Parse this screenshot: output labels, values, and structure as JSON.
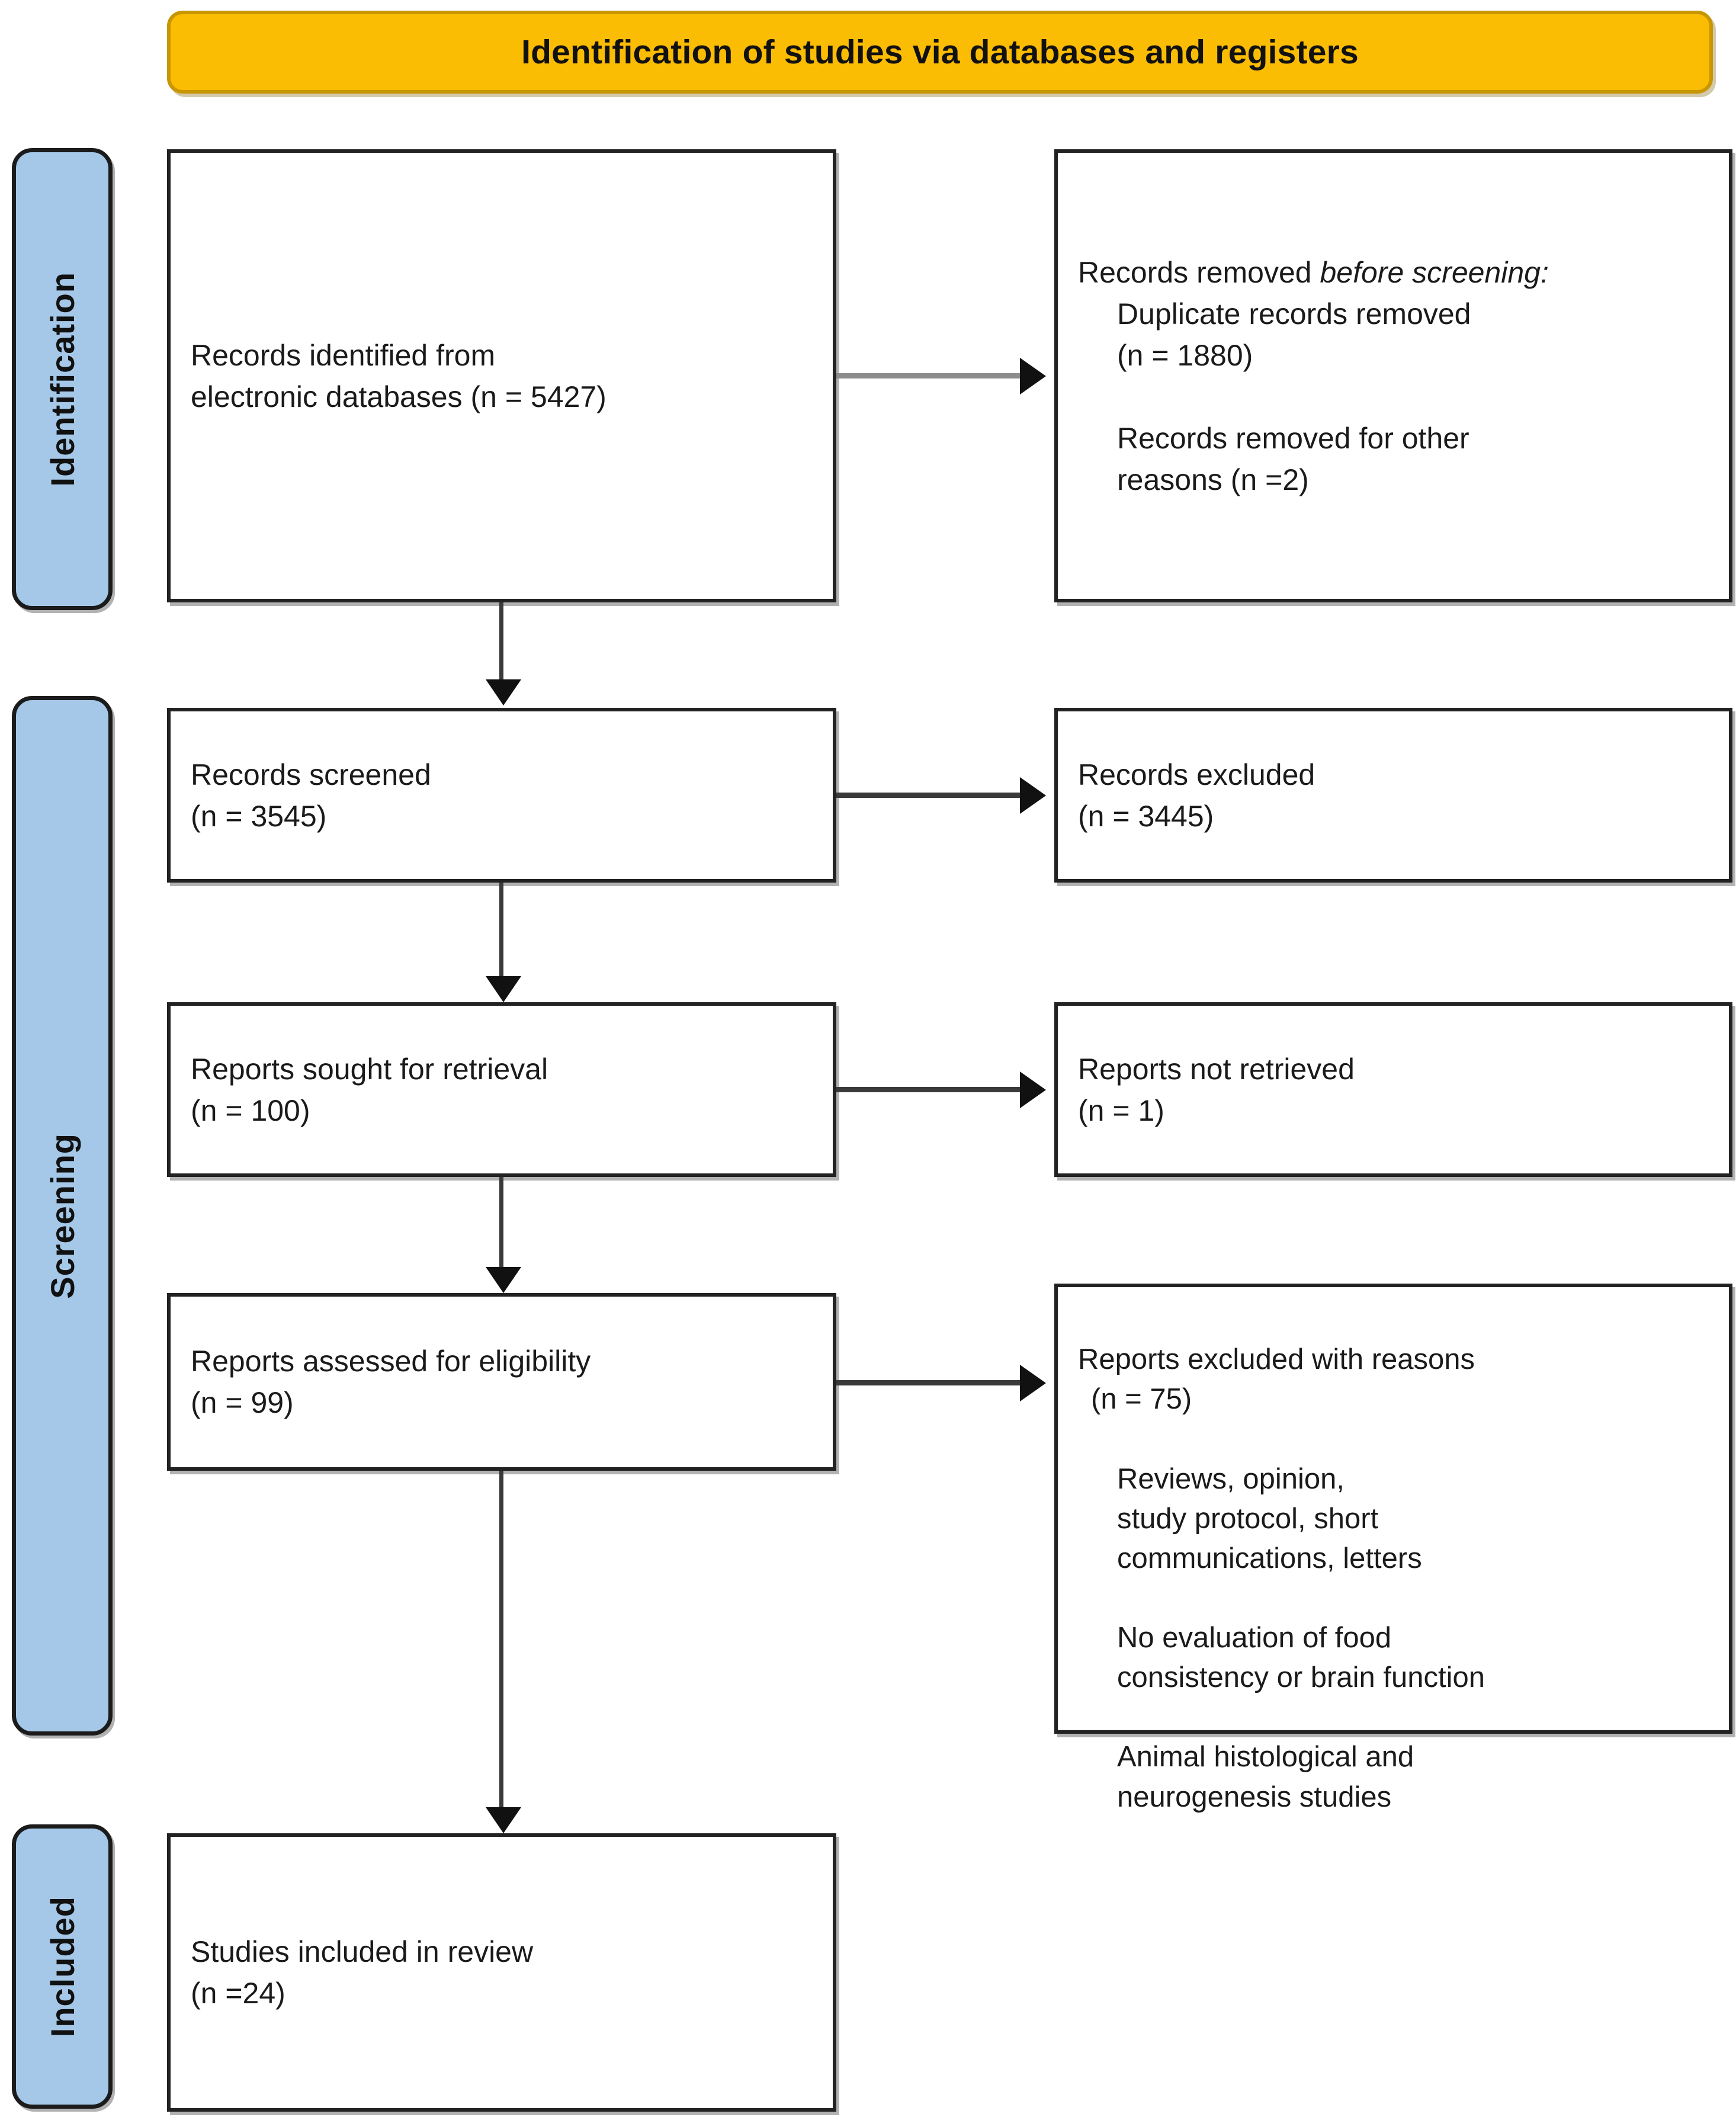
{
  "diagram": {
    "type": "PRISMA flow diagram",
    "title": "Identification of studies via databases and registers",
    "colors": {
      "title_bar": "#FBBC04",
      "title_bar_border": "#C89600",
      "stage_sidebar": "#A5C8E8",
      "box_border": "#222222",
      "connector_gray": "#8C8C8C",
      "connector_dark": "#3A3A3A"
    },
    "stages": [
      {
        "label": "Identification"
      },
      {
        "label": "Screening"
      },
      {
        "label": "Included"
      }
    ],
    "boxes": {
      "identified": {
        "name": "Records identified from electronic databases",
        "text": "Records identified from\nelectronic databases (n = 5427)",
        "n": 5427
      },
      "removed_before_screening": {
        "lead_plain": "Records removed ",
        "lead_italic": "before screening:",
        "items": [
          {
            "text": "Duplicate records removed\n(n = 1880)",
            "n": 1880
          },
          {
            "text": "Records removed for other\nreasons (n =2)",
            "n": 2
          }
        ]
      },
      "screened": {
        "text": "Records screened\n(n = 3545)",
        "n": 3545
      },
      "records_excluded": {
        "text": "Records excluded\n(n = 3445)",
        "n": 3445
      },
      "sought_for_retrieval": {
        "text": "Reports sought for retrieval\n(n = 100)",
        "n": 100
      },
      "not_retrieved": {
        "text": "Reports not retrieved\n(n = 1)",
        "n": 1
      },
      "assessed_for_eligibility": {
        "text": "Reports assessed for eligibility\n(n = 99)",
        "n": 99
      },
      "excluded_with_reasons": {
        "header": "Reports excluded with reasons",
        "count_line": " (n = 75)",
        "n": 75,
        "reasons": [
          "Reviews, opinion,\nstudy protocol, short\ncommunications, letters",
          "No evaluation of food\nconsistency or brain function",
          "Animal histological and\nneurogenesis studies"
        ]
      },
      "included_in_review": {
        "text": "Studies included in review\n(n =24)",
        "n": 24
      }
    },
    "connectors": {
      "vertical_flow": [
        "identified -> screened",
        "screened -> sought_for_retrieval",
        "sought_for_retrieval -> assessed_for_eligibility",
        "assessed_for_eligibility -> included_in_review"
      ],
      "horizontal_flow": [
        "identified -> removed_before_screening",
        "screened -> records_excluded",
        "sought_for_retrieval -> not_retrieved",
        "assessed_for_eligibility -> excluded_with_reasons"
      ]
    }
  }
}
